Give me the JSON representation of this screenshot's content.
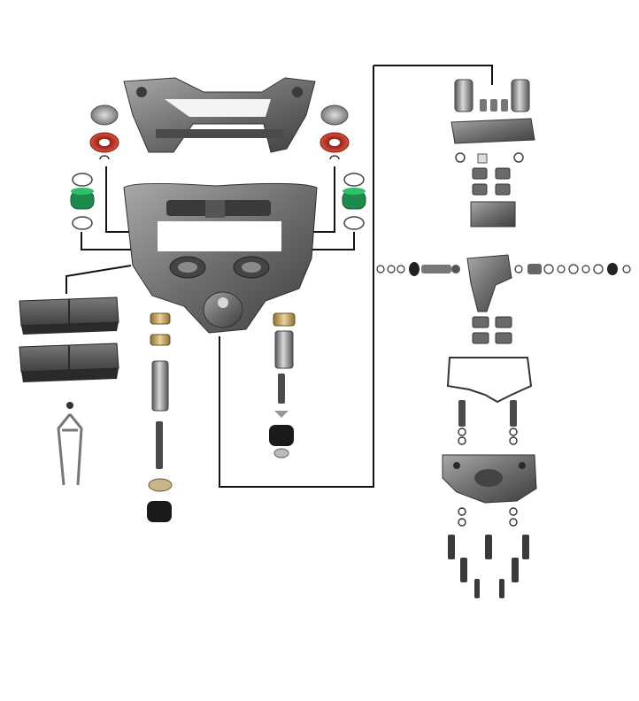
{
  "diagram": {
    "type": "exploded-parts-view",
    "subject": "brake-caliper-assembly",
    "has_text_labels": false,
    "background": "#ffffff",
    "colors": {
      "metal_dark": "#5c5c5c",
      "metal_mid": "#8a8a8a",
      "metal_light": "#c4c4c4",
      "pad_friction": "#5a5a5a",
      "seal_red": "#c0392b",
      "seal_green": "#1e8a4c",
      "bushing_brass": "#c9a866",
      "rubber_black": "#1a1a1a",
      "leader_line": "#111111"
    },
    "groups": [
      "carrier-bracket",
      "caliper-housing",
      "brake-pads",
      "pad-retaining-spring",
      "left-seal-stack",
      "right-seal-stack",
      "left-guide-pin-kit",
      "right-guide-pin-kit",
      "tappet-assembly",
      "adjuster-shaft-assembly",
      "lever-and-bearings",
      "housing-gasket",
      "cover-plate",
      "cover-bolts"
    ]
  }
}
